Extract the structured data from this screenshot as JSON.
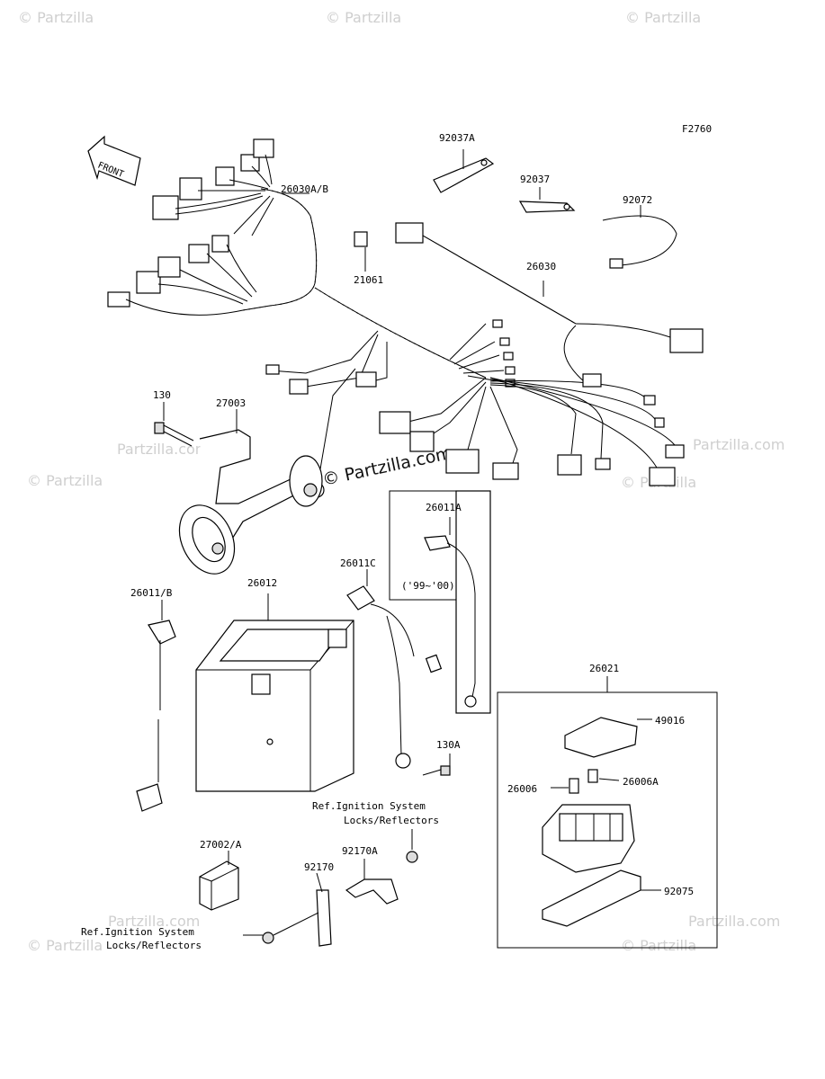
{
  "figure_code": "F2760",
  "front_label": "FRONT",
  "watermark": "© Partzilla",
  "watermark_center": "© Partzilla.com",
  "watermark_site": "Partzilla.com",
  "labels": {
    "p92037A": "92037A",
    "p92037": "92037",
    "p92072": "92072",
    "p26030AB": "26030A/B",
    "p26030": "26030",
    "p21061": "21061",
    "p130": "130",
    "p27003": "27003",
    "p26011A": "26011A",
    "p99_00": "('99~'00)",
    "p26011B": "26011/B",
    "p26012": "26012",
    "p26011C": "26011C",
    "p26021": "26021",
    "p49016": "49016",
    "p26006": "26006",
    "p26006A": "26006A",
    "p130A": "130A",
    "p92075": "92075",
    "p27002A": "27002/A",
    "p92170": "92170",
    "p92170A": "92170A",
    "ref1_line1": "Ref.Ignition System",
    "ref1_line2": "Locks/Reflectors",
    "ref2_line1": "Ref.Ignition System",
    "ref2_line2": "Locks/Reflectors"
  }
}
